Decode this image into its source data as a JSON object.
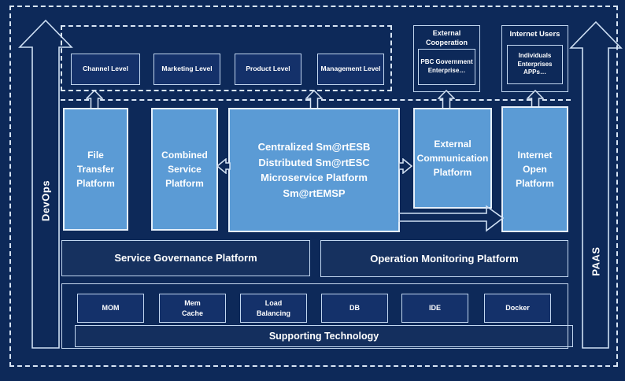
{
  "colors": {
    "background": "#0d2959",
    "platform_blue": "#5b9bd5",
    "line_light": "#d8e5f5",
    "dark_box_fill": "#14316a",
    "text": "#ffffff"
  },
  "icons": {
    "left_rail": "up-block-arrow",
    "right_rail": "up-block-arrow",
    "connectors": [
      "up-arrow",
      "left-arrow",
      "right-arrow",
      "flow-right-arrow"
    ]
  },
  "rails": {
    "left_label": "DevOps",
    "right_label": "PAAS"
  },
  "top_levels": {
    "items": [
      "Channel Level",
      "Marketing Level",
      "Product Level",
      "Management Level"
    ]
  },
  "external_cooperation": {
    "title": "External\nCooperation",
    "members": "PBC Government\nEnterprise…"
  },
  "internet_users": {
    "title": "Internet Users",
    "members": "Individuals\nEnterprises\nAPPs…"
  },
  "platforms": {
    "file_transfer": "File\nTransfer\nPlatform",
    "combined": "Combined\nService\nPlatform",
    "central_lines": [
      "Centralized Sm@rtESB",
      "Distributed Sm@rtESC",
      "Microservice Platform Sm@rtEMSP"
    ],
    "external_comm": "External\nCommunication\nPlatform",
    "internet_open": "Internet\nOpen\nPlatform"
  },
  "middle_row": {
    "governance": "Service Governance Platform",
    "monitoring": "Operation Monitoring Platform"
  },
  "supporting": {
    "items": [
      "MOM",
      "Mem\nCache",
      "Load\nBalancing",
      "DB",
      "IDE",
      "Docker"
    ],
    "bar_label": "Supporting Technology"
  }
}
